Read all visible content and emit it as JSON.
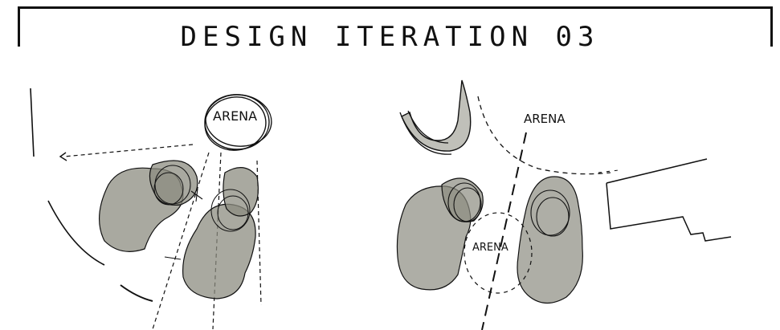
{
  "title": "DESIGN ITERATION 03",
  "left_sketch": {
    "arena_label": "ARENA"
  },
  "right_sketch": {
    "arena_label_top": "ARENA",
    "arena_label_center": "ARENA"
  },
  "colors": {
    "ink": "#111111",
    "fill_gray": "#8c8c80",
    "background": "#ffffff"
  }
}
